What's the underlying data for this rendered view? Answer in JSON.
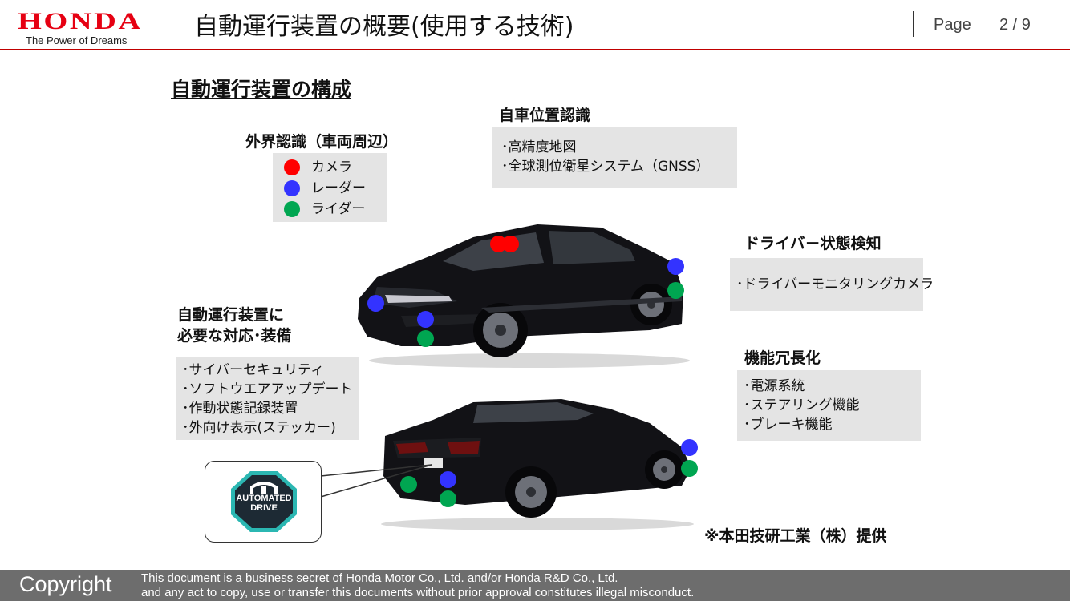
{
  "header": {
    "logo_word": "HONDA",
    "logo_tagline": "The Power of Dreams",
    "title": "自動運行装置の概要(使用する技術)",
    "page_label": "Page",
    "page_number": "2 / 9"
  },
  "section_title": "自動運行装置の構成",
  "external_recognition": {
    "label": "外界認識（車両周辺）",
    "legend": [
      {
        "text": "カメラ",
        "color": "#ff0000"
      },
      {
        "text": "レーダー",
        "color": "#3333ff"
      },
      {
        "text": "ライダー",
        "color": "#00a651"
      }
    ]
  },
  "self_position": {
    "label": "自車位置認識",
    "items": [
      "･高精度地図",
      "･全球測位衛星システム（GNSS）"
    ]
  },
  "driver_monitoring": {
    "label": "ドライバ－状態検知",
    "items": [
      "･ドライバーモニタリングカメラ"
    ]
  },
  "required_equipment": {
    "label_line1": "自動運行装置に",
    "label_line2": "必要な対応･装備",
    "items": [
      "･サイバーセキュリティ",
      "･ソフトウエアアップデート",
      "･作動状態記録装置",
      "･外向け表示(ステッカー)"
    ]
  },
  "redundancy": {
    "label": "機能冗長化",
    "items": [
      "･電源系統",
      "･ステアリング機能",
      "･ブレーキ機能"
    ]
  },
  "badge": {
    "line1": "AUTOMATED",
    "line2": "DRIVE"
  },
  "credit": "※本田技研工業（株）提供",
  "footer": {
    "copyright": "Copyright",
    "line1": "This document is a business secret of Honda Motor Co., Ltd. and/or Honda R&D Co., Ltd.",
    "line2": "and any act to copy, use or transfer this documents without prior approval constitutes illegal misconduct."
  },
  "colors": {
    "brand_red": "#e60012",
    "camera": "#ff0000",
    "radar": "#3333ff",
    "lidar": "#00a651",
    "box_bg": "#e4e4e4",
    "footer_bg": "#6d6d6d"
  }
}
